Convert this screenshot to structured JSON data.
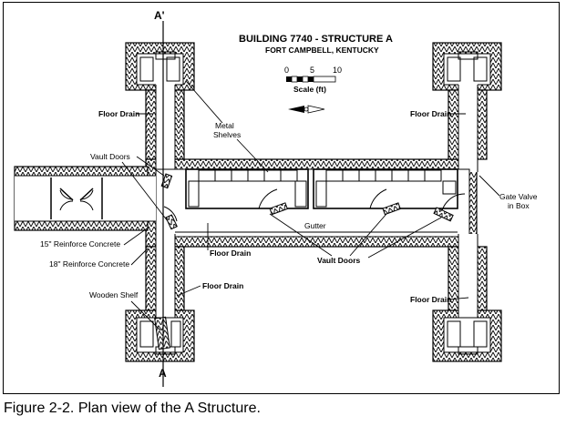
{
  "title": "BUILDING 7740 - STRUCTURE A",
  "subtitle": "FORT CAMPBELL, KENTUCKY",
  "scale": {
    "label": "Scale (ft)",
    "ticks": [
      "0",
      "5",
      "10"
    ]
  },
  "section_marks": {
    "top": "A'",
    "bottom": "A"
  },
  "labels": {
    "floor_drain_upper_left": "Floor Drain",
    "floor_drain_upper_right": "Floor Drain",
    "floor_drain_center": "Floor Drain",
    "floor_drain_lower_left": "Floor Drain",
    "floor_drain_lower_right": "Floor Drain",
    "metal_shelves_line1": "Metal",
    "metal_shelves_line2": "Shelves",
    "vault_doors_left": "Vault Doors",
    "vault_doors_center": "Vault Doors",
    "gate_valve_line1": "Gate Valve",
    "gate_valve_line2": "in Box",
    "gutter": "Gutter",
    "concrete_15": "15\" Reinforce Concrete",
    "concrete_18": "18\" Reinforce Concrete",
    "wooden_shelf": "Wooden Shelf"
  },
  "caption": "Figure 2-2.  Plan view of the A Structure.",
  "colors": {
    "line": "#000000",
    "background": "#ffffff"
  }
}
